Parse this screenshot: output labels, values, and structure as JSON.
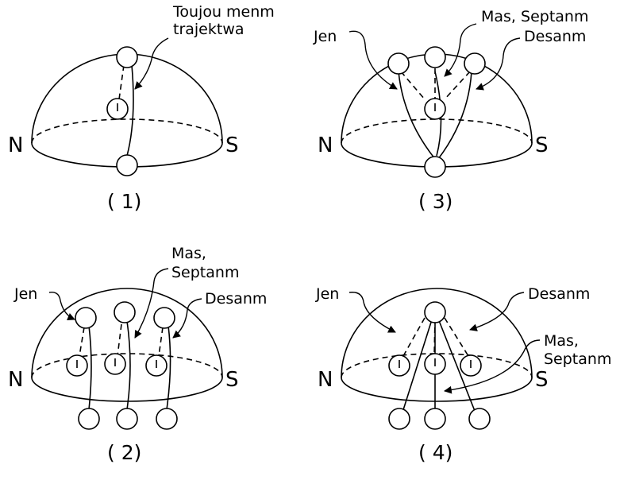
{
  "panels": [
    {
      "caption": "( 1)",
      "north": "N",
      "south": "S",
      "labels": {
        "path": "Toujou menm trajektwa"
      }
    },
    {
      "caption": "( 2)",
      "north": "N",
      "south": "S",
      "labels": {
        "jan": "Jen",
        "mar_sep": "Mas, Septanm",
        "dec": "Desanm"
      }
    },
    {
      "caption": "( 3)",
      "north": "N",
      "south": "S",
      "labels": {
        "jan": "Jen",
        "mar_sep": "Mas, Septanm",
        "dec": "Desanm"
      }
    },
    {
      "caption": "( 4)",
      "north": "N",
      "south": "S",
      "labels": {
        "jan": "Jen",
        "mar_sep": "Mas, Septanm",
        "dec": "Desanm"
      }
    }
  ]
}
